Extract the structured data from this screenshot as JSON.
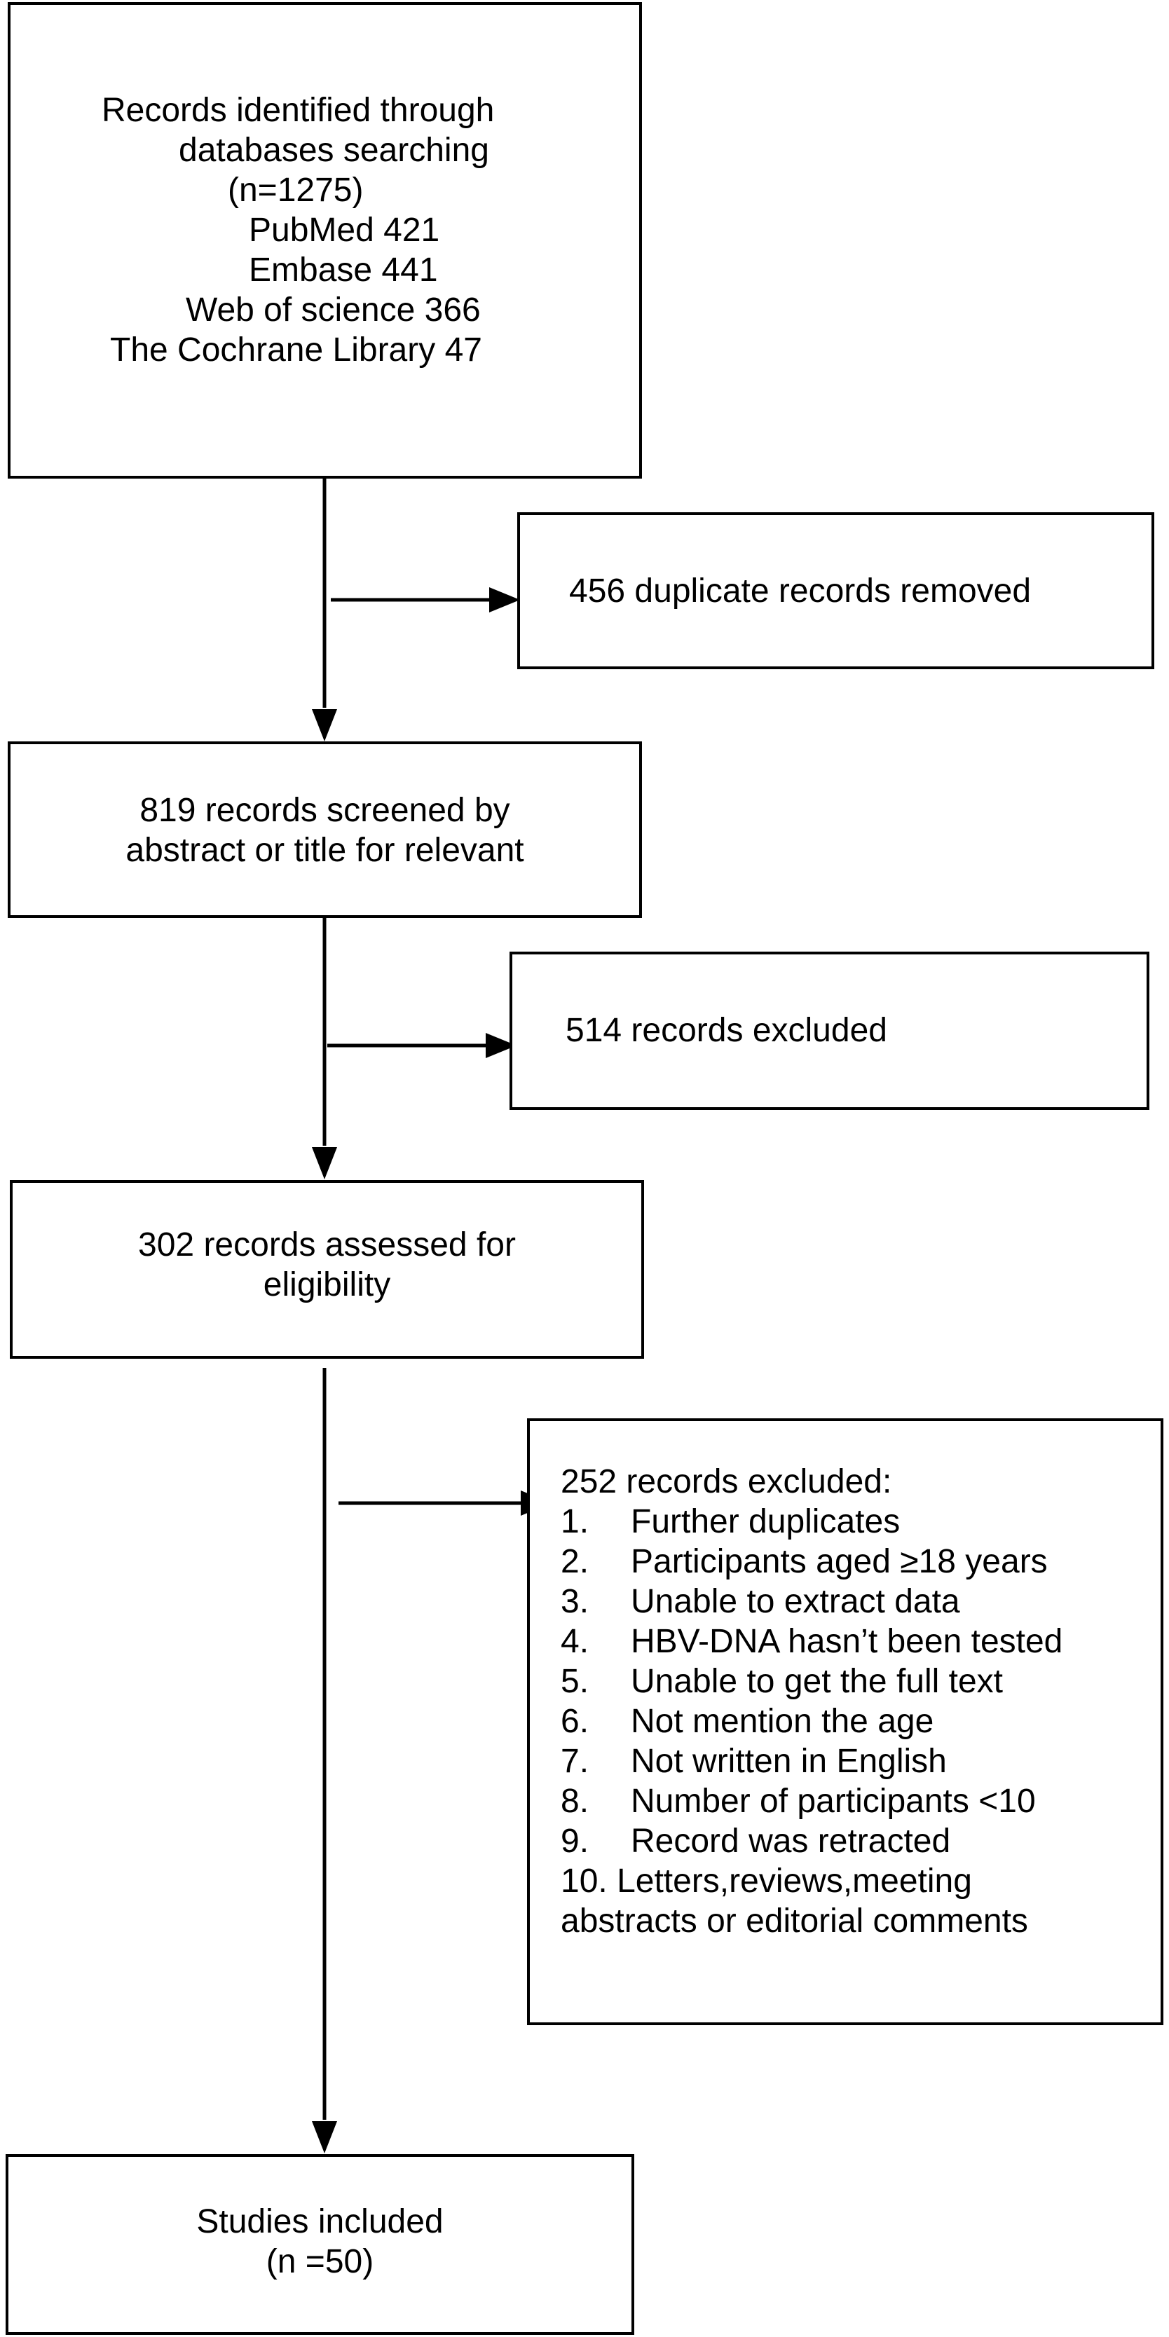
{
  "flow": {
    "identified": {
      "lines": [
        "Records identified through",
        "databases searching",
        "(n=1275)",
        "PubMed 421",
        "Embase 441",
        "Web of science 366",
        "The Cochrane Library 47"
      ]
    },
    "duplicates": {
      "text": "456 duplicate records removed"
    },
    "screened": {
      "lines": [
        "819 records screened by",
        "abstract or title for relevant"
      ]
    },
    "excluded_screen": {
      "text": "514 records excluded"
    },
    "assessed": {
      "lines": [
        "302 records assessed for",
        "eligibility"
      ]
    },
    "excluded_full": {
      "title": "252 records excluded:",
      "items": [
        {
          "num": "1.",
          "text": "Further duplicates"
        },
        {
          "num": "2.",
          "text": "Participants aged ≥18 years"
        },
        {
          "num": "3.",
          "text": "Unable to extract data"
        },
        {
          "num": "4.",
          "text": "HBV-DNA hasn’t been tested"
        },
        {
          "num": "5.",
          "text": "Unable to get the full text"
        },
        {
          "num": "6.",
          "text": "Not mention the age"
        },
        {
          "num": "7.",
          "text": "Not written in English"
        },
        {
          "num": "8.",
          "text": "Number of participants <10"
        },
        {
          "num": "9.",
          "text": "Record was retracted"
        }
      ],
      "last_item": "10. Letters,reviews,meeting",
      "last_item_cont": "abstracts or editorial comments"
    },
    "included": {
      "lines": [
        "Studies included",
        "(n =50)"
      ]
    }
  }
}
